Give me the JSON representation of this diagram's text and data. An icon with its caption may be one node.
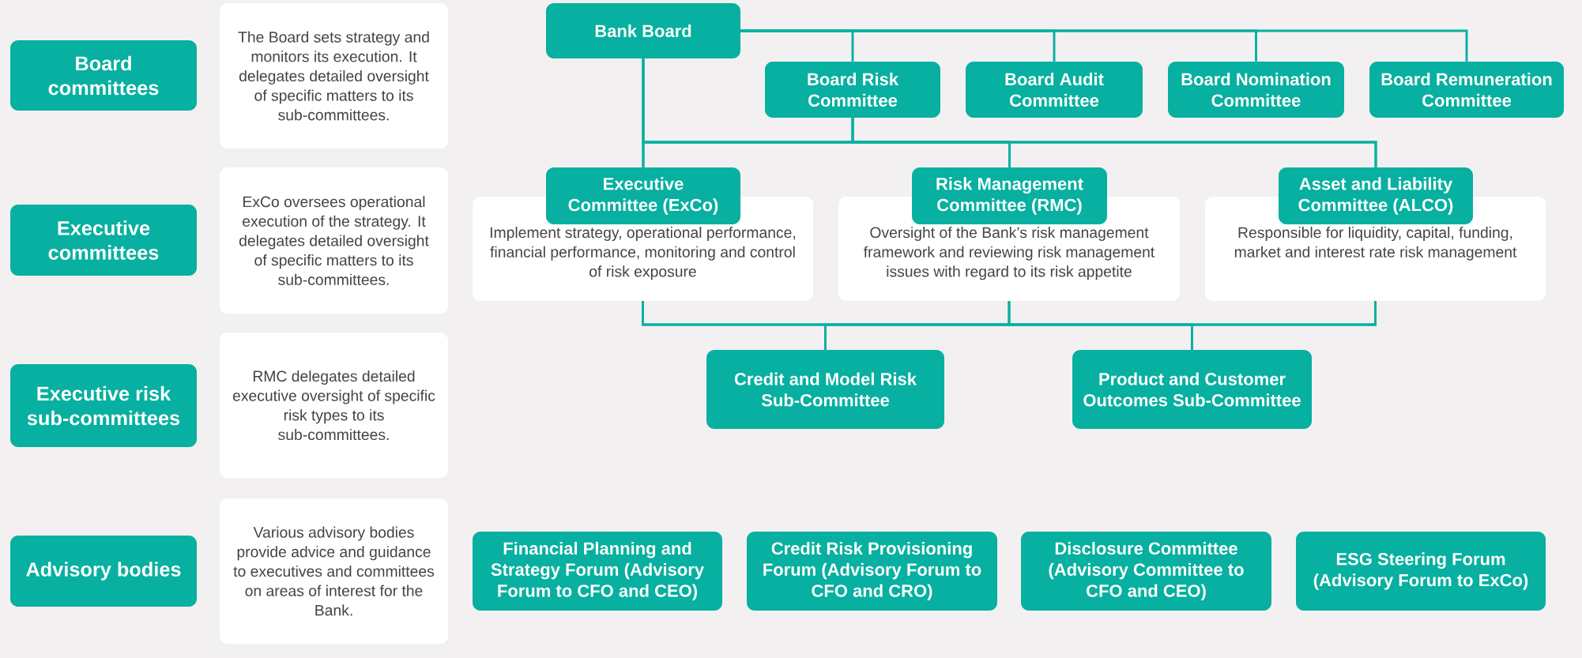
{
  "diagram": {
    "nodes": [
      {
        "text": [
          "Board committees"
        ]
      },
      {
        "text": [
          "The Board sets strategy and monitors its execution. It delegates detailed oversight of specific matters to its sub-committees."
        ]
      },
      {
        "text": [
          "Bank Board"
        ]
      },
      {
        "text": [
          "Board Risk Committee"
        ]
      },
      {
        "text": [
          "Board Audit Committee"
        ]
      },
      {
        "text": [
          "Board Nomination Committee"
        ]
      },
      {
        "text": [
          "Board Remuneration Committee"
        ]
      },
      {
        "text": [
          "Executive committees"
        ]
      },
      {
        "text": [
          "ExCo oversees operational execution of the strategy. It delegates detailed oversight of specific matters to its sub-committees."
        ]
      },
      {
        "text": [
          "Executive Committee (ExCo)"
        ]
      },
      {
        "text": [
          "Risk Management Committee (RMC)"
        ]
      },
      {
        "text": [
          "Asset and Liability Committee (ALCO)"
        ]
      },
      {
        "text": [
          "Implement strategy, operational performance, financial performance, monitoring and control of risk exposure"
        ]
      },
      {
        "text": [
          "Oversight of the Bank’s risk management framework and reviewing risk management issues with regard to its risk appetite"
        ]
      },
      {
        "text": [
          "Responsible for liquidity, capital, funding, market and interest rate risk management"
        ]
      },
      {
        "text": [
          "Executive risk sub-committees"
        ]
      },
      {
        "text": [
          "RMC delegates detailed executive oversight of specific risk types to its sub-committees."
        ]
      },
      {
        "text": [
          "Credit and Model Risk Sub-Committee"
        ]
      },
      {
        "text": [
          "Product and Customer Outcomes Sub-Committee"
        ]
      },
      {
        "text": [
          "Advisory bodies"
        ]
      },
      {
        "text": [
          "Various advisory bodies provide advice and guidance to executives and committees on areas of interest for the Bank."
        ]
      },
      {
        "text": [
          "Financial Planning and Strategy Forum (Advisory Forum to CFO and CEO)"
        ]
      },
      {
        "text": [
          "Credit Risk Provisioning Forum (Advisory Forum to CFO and CRO)"
        ]
      },
      {
        "text": [
          "Disclosure Committee (Advisory Committee to CFO and CEO)"
        ]
      },
      {
        "text": [
          "ESG Steering Forum (Advisory Forum to ExCo)"
        ]
      }
    ],
    "edges": [
      {
        "from": 2,
        "to": 3,
        "arrow": "none"
      },
      {
        "from": 2,
        "to": 4,
        "arrow": "none"
      },
      {
        "from": 2,
        "to": 5,
        "arrow": "none"
      },
      {
        "from": 2,
        "to": 6,
        "arrow": "none"
      },
      {
        "from": 2,
        "to": 9,
        "arrow": "none"
      },
      {
        "from": 2,
        "to": 10,
        "arrow": "none"
      },
      {
        "from": 2,
        "to": 11,
        "arrow": "none"
      },
      {
        "from": 3,
        "to": 9,
        "arrow": "none"
      },
      {
        "from": 3,
        "to": 10,
        "arrow": "none"
      },
      {
        "from": 3,
        "to": 11,
        "arrow": "none"
      },
      {
        "from": 12,
        "to": 17,
        "arrow": "none"
      },
      {
        "from": 12,
        "to": 18,
        "arrow": "none"
      },
      {
        "from": 13,
        "to": 17,
        "arrow": "none"
      },
      {
        "from": 13,
        "to": 18,
        "arrow": "none"
      },
      {
        "from": 14,
        "to": 17,
        "arrow": "none"
      },
      {
        "from": 14,
        "to": 18,
        "arrow": "none"
      }
    ]
  }
}
